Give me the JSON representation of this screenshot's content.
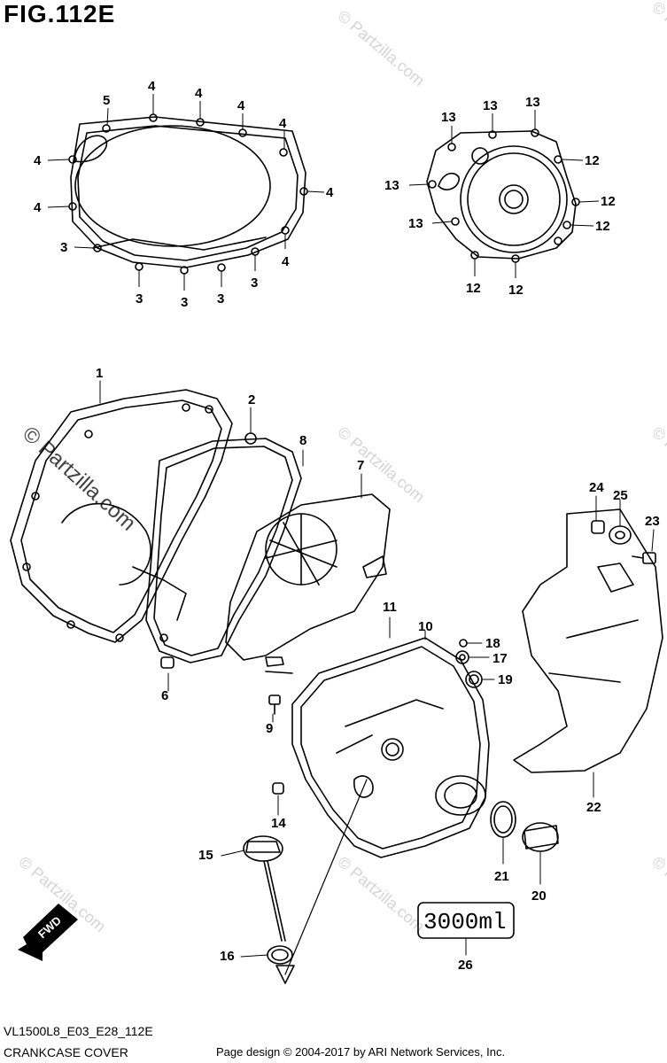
{
  "figure": {
    "title": "FIG.112E",
    "diagram_code": "VL1500L8_E03_E28_112E",
    "diagram_name": "CRANKCASE COVER",
    "credit": "Page design © 2004-2017 by ARI Network Services, Inc."
  },
  "watermark": {
    "text": "© Partzilla.com"
  },
  "fwd_label": "FWD",
  "capacity_label": "3000ml",
  "callouts": {
    "c1": "1",
    "c2": "2",
    "c3": "3",
    "c4": "4",
    "c5": "5",
    "c6": "6",
    "c7": "7",
    "c8": "8",
    "c9": "9",
    "c10": "10",
    "c11": "11",
    "c12": "12",
    "c13": "13",
    "c14": "14",
    "c15": "15",
    "c16": "16",
    "c17": "17",
    "c18": "18",
    "c19": "19",
    "c20": "20",
    "c21": "21",
    "c22": "22",
    "c23": "23",
    "c24": "24",
    "c25": "25",
    "c26": "26"
  }
}
